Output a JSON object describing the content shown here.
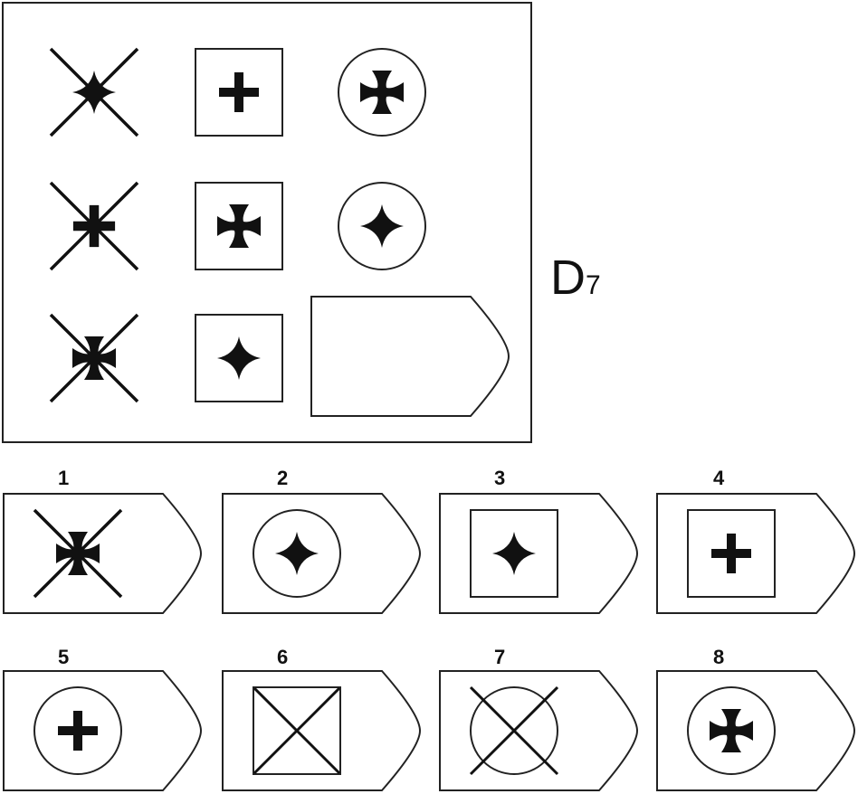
{
  "problem": {
    "code_letter": "D",
    "code_number": "7"
  },
  "matrix": [
    [
      "x-star4",
      "square-plus",
      "circle-maltese"
    ],
    [
      "x-plus",
      "square-maltese",
      "circle-star4"
    ],
    [
      "x-maltese",
      "square-star4",
      "blank-tag"
    ]
  ],
  "options": [
    {
      "number": "1",
      "symbol": "x-maltese"
    },
    {
      "number": "2",
      "symbol": "circle-star4"
    },
    {
      "number": "3",
      "symbol": "square-star4"
    },
    {
      "number": "4",
      "symbol": "square-plus"
    },
    {
      "number": "5",
      "symbol": "circle-plus"
    },
    {
      "number": "6",
      "symbol": "square-x"
    },
    {
      "number": "7",
      "symbol": "circle-x"
    },
    {
      "number": "8",
      "symbol": "circle-maltese"
    }
  ]
}
